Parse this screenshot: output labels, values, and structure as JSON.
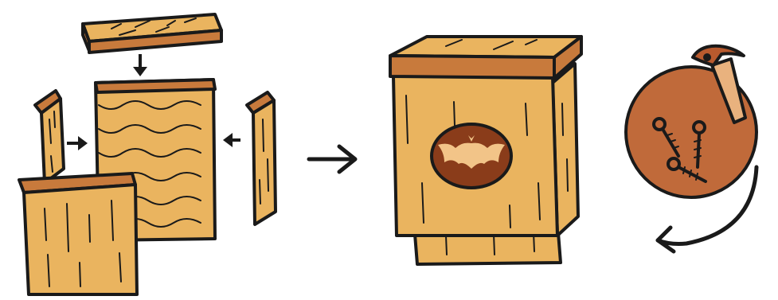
{
  "steps": [
    {
      "id": "exploded-assembly",
      "label": ""
    },
    {
      "id": "assembled-bat-house",
      "label": ""
    },
    {
      "id": "fasteners-and-hammer",
      "label": ""
    }
  ],
  "icons": [
    "bat-icon",
    "hammer-icon",
    "screw-icon",
    "arrow-right-icon",
    "arrow-down-icon",
    "curved-arrow-icon"
  ],
  "colors": {
    "wood_light": "#eab45f",
    "wood_edge": "#c87a3c",
    "bat_circle": "#8a3c1a",
    "bat_fill": "#f2c488",
    "disc": "#c06a3a",
    "outline": "#1a1a1a"
  }
}
